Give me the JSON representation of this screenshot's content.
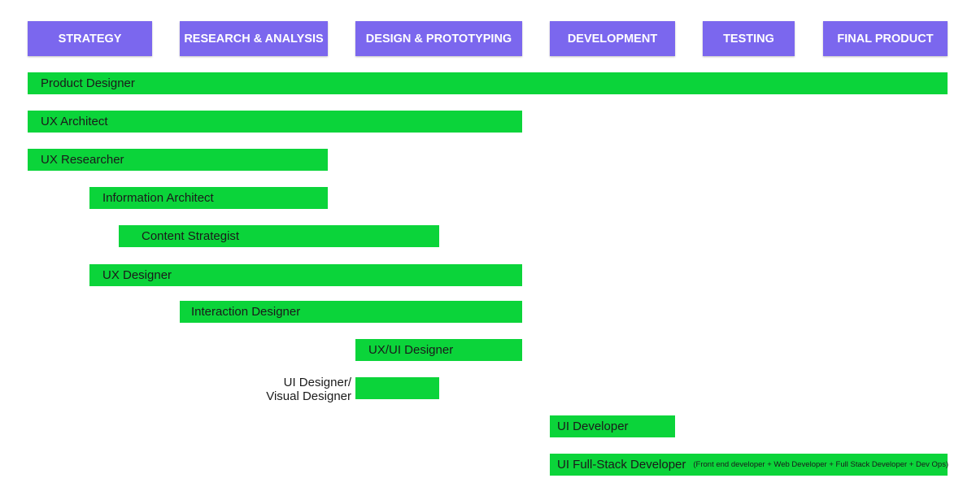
{
  "phases": [
    {
      "label": "STRATEGY"
    },
    {
      "label": "RESEARCH & ANALYSIS"
    },
    {
      "label": "DESIGN & PROTOTYPING"
    },
    {
      "label": "DEVELOPMENT"
    },
    {
      "label": "TESTING"
    },
    {
      "label": "FINAL PRODUCT"
    }
  ],
  "roles": [
    {
      "label": "Product Designer"
    },
    {
      "label": "UX Architect"
    },
    {
      "label": "UX Researcher"
    },
    {
      "label": "Information Architect"
    },
    {
      "label": "Content Strategist"
    },
    {
      "label": "UX Designer"
    },
    {
      "label": "Interaction Designer"
    },
    {
      "label": "UX/UI Designer"
    },
    {
      "label_line1": "UI Designer/",
      "label_line2": "Visual Designer"
    },
    {
      "label": "UI Developer"
    },
    {
      "label": "UI Full-Stack Developer",
      "note": "(Front end developer + Web Developer + Full Stack Developer + Dev Ops)"
    }
  ],
  "colors": {
    "phase_fill": "#7b67ee",
    "phase_text": "#ffffff",
    "bar_fill": "#0bd43a",
    "bar_text": "#1a1a1a"
  }
}
